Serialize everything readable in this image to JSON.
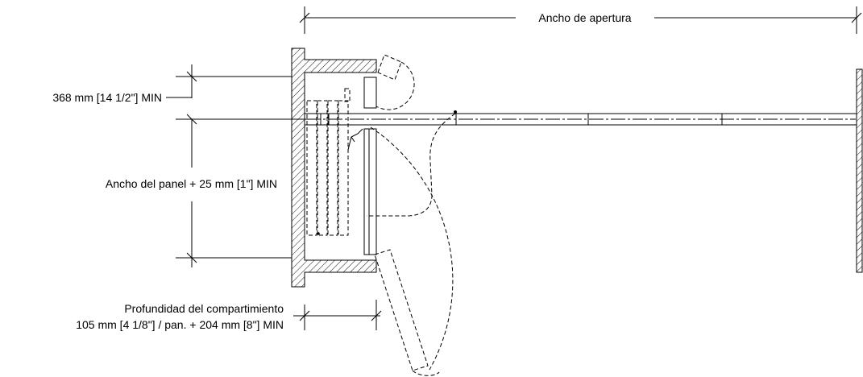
{
  "labels": {
    "opening_width": "Ancho de apertura",
    "min_368": "368 mm [14 1/2\"] MIN",
    "panel_width": "Ancho del panel + 25 mm [1\"] MIN",
    "pocket_depth_line1": "Profundidad del compartimiento",
    "pocket_depth_line2": "105 mm [4 1/8\"] / pan. + 204 mm [8\"] MIN"
  }
}
